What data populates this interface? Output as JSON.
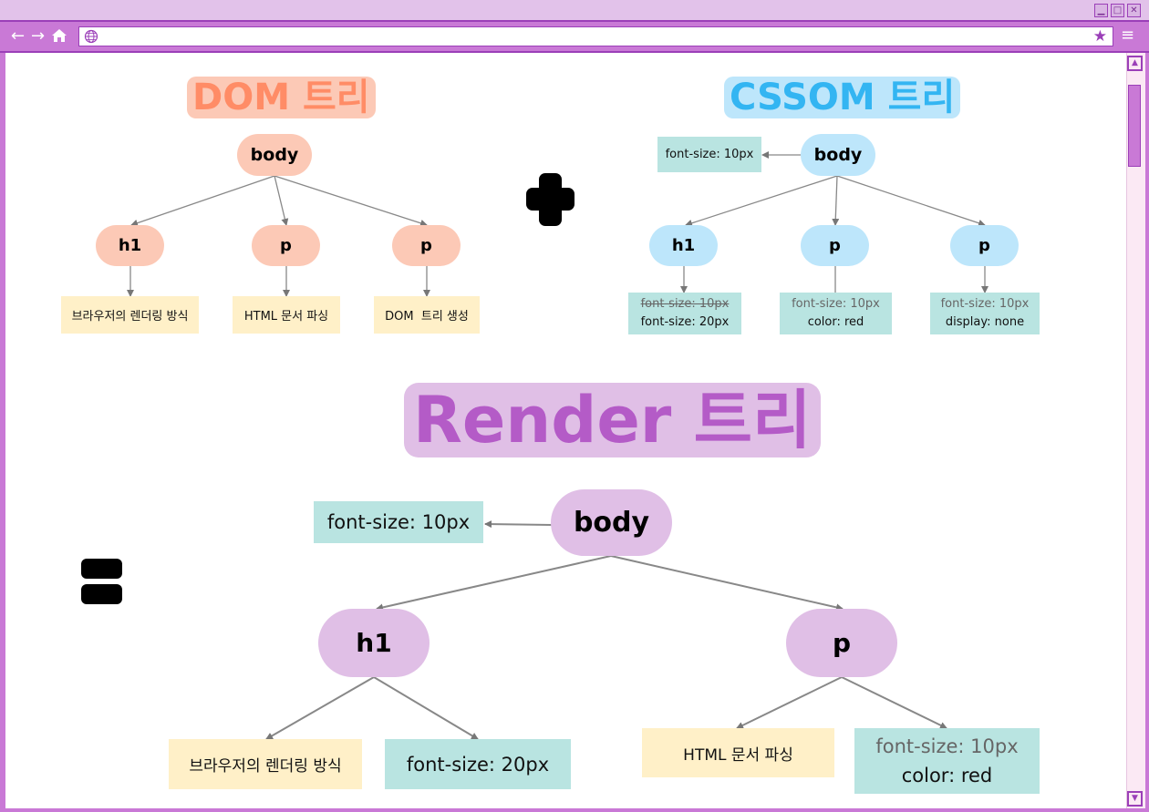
{
  "window": {
    "controls": [
      "minimize",
      "maximize",
      "close"
    ],
    "url": ""
  },
  "dom_tree": {
    "title": "DOM 트리",
    "title_color": "#ff8c66",
    "root": "body",
    "children": [
      "h1",
      "p",
      "p"
    ],
    "texts": [
      "브라우저의 렌더링 방식",
      "HTML 문서 파싱",
      "DOM  트리 생성"
    ]
  },
  "cssom_tree": {
    "title": "CSSOM 트리",
    "title_color": "#33b5f2",
    "root": "body",
    "root_style": "font-size: 10px",
    "children": [
      "h1",
      "p",
      "p"
    ],
    "styles": [
      {
        "inherited": "font-size: 10px",
        "own": "font-size: 20px",
        "inherited_overridden": true
      },
      {
        "inherited": "font-size: 10px",
        "own": "color: red",
        "inherited_overridden": false
      },
      {
        "inherited": "font-size: 10px",
        "own": "display: none",
        "inherited_overridden": false
      }
    ]
  },
  "render_tree": {
    "title": "Render 트리",
    "title_color": "#b45bc7",
    "root": "body",
    "root_style": "font-size: 10px",
    "children": [
      "h1",
      "p"
    ],
    "h1_text": "브라우저의 렌더링 방식",
    "h1_style": "font-size: 20px",
    "p_text": "HTML 문서 파싱",
    "p_style_inherited": "font-size: 10px",
    "p_style_own": "color: red"
  },
  "symbols": {
    "plus": "plus-sign",
    "equals": "equals-sign"
  },
  "colors": {
    "dom_node": "#fcc9b6",
    "cssom_node": "#bde6fb",
    "render_node": "#e0bfe6",
    "text_box": "#fff0c8",
    "style_box": "#b9e4e1",
    "chrome": "#c979d6"
  }
}
